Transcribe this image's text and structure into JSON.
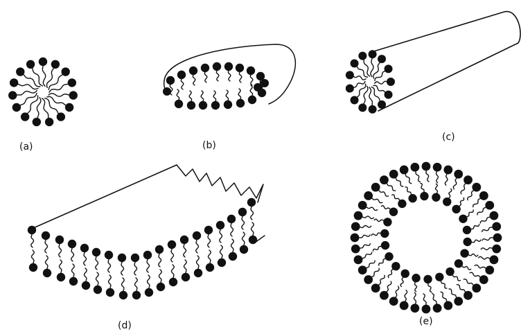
{
  "figure": {
    "panels": [
      {
        "id": "a",
        "label": "(a)"
      },
      {
        "id": "b",
        "label": "(b)"
      },
      {
        "id": "c",
        "label": "(c)"
      },
      {
        "id": "d",
        "label": "(d)"
      },
      {
        "id": "e",
        "label": "(e)"
      }
    ],
    "colors": {
      "ink": "#111111",
      "background": "#ffffff"
    }
  }
}
